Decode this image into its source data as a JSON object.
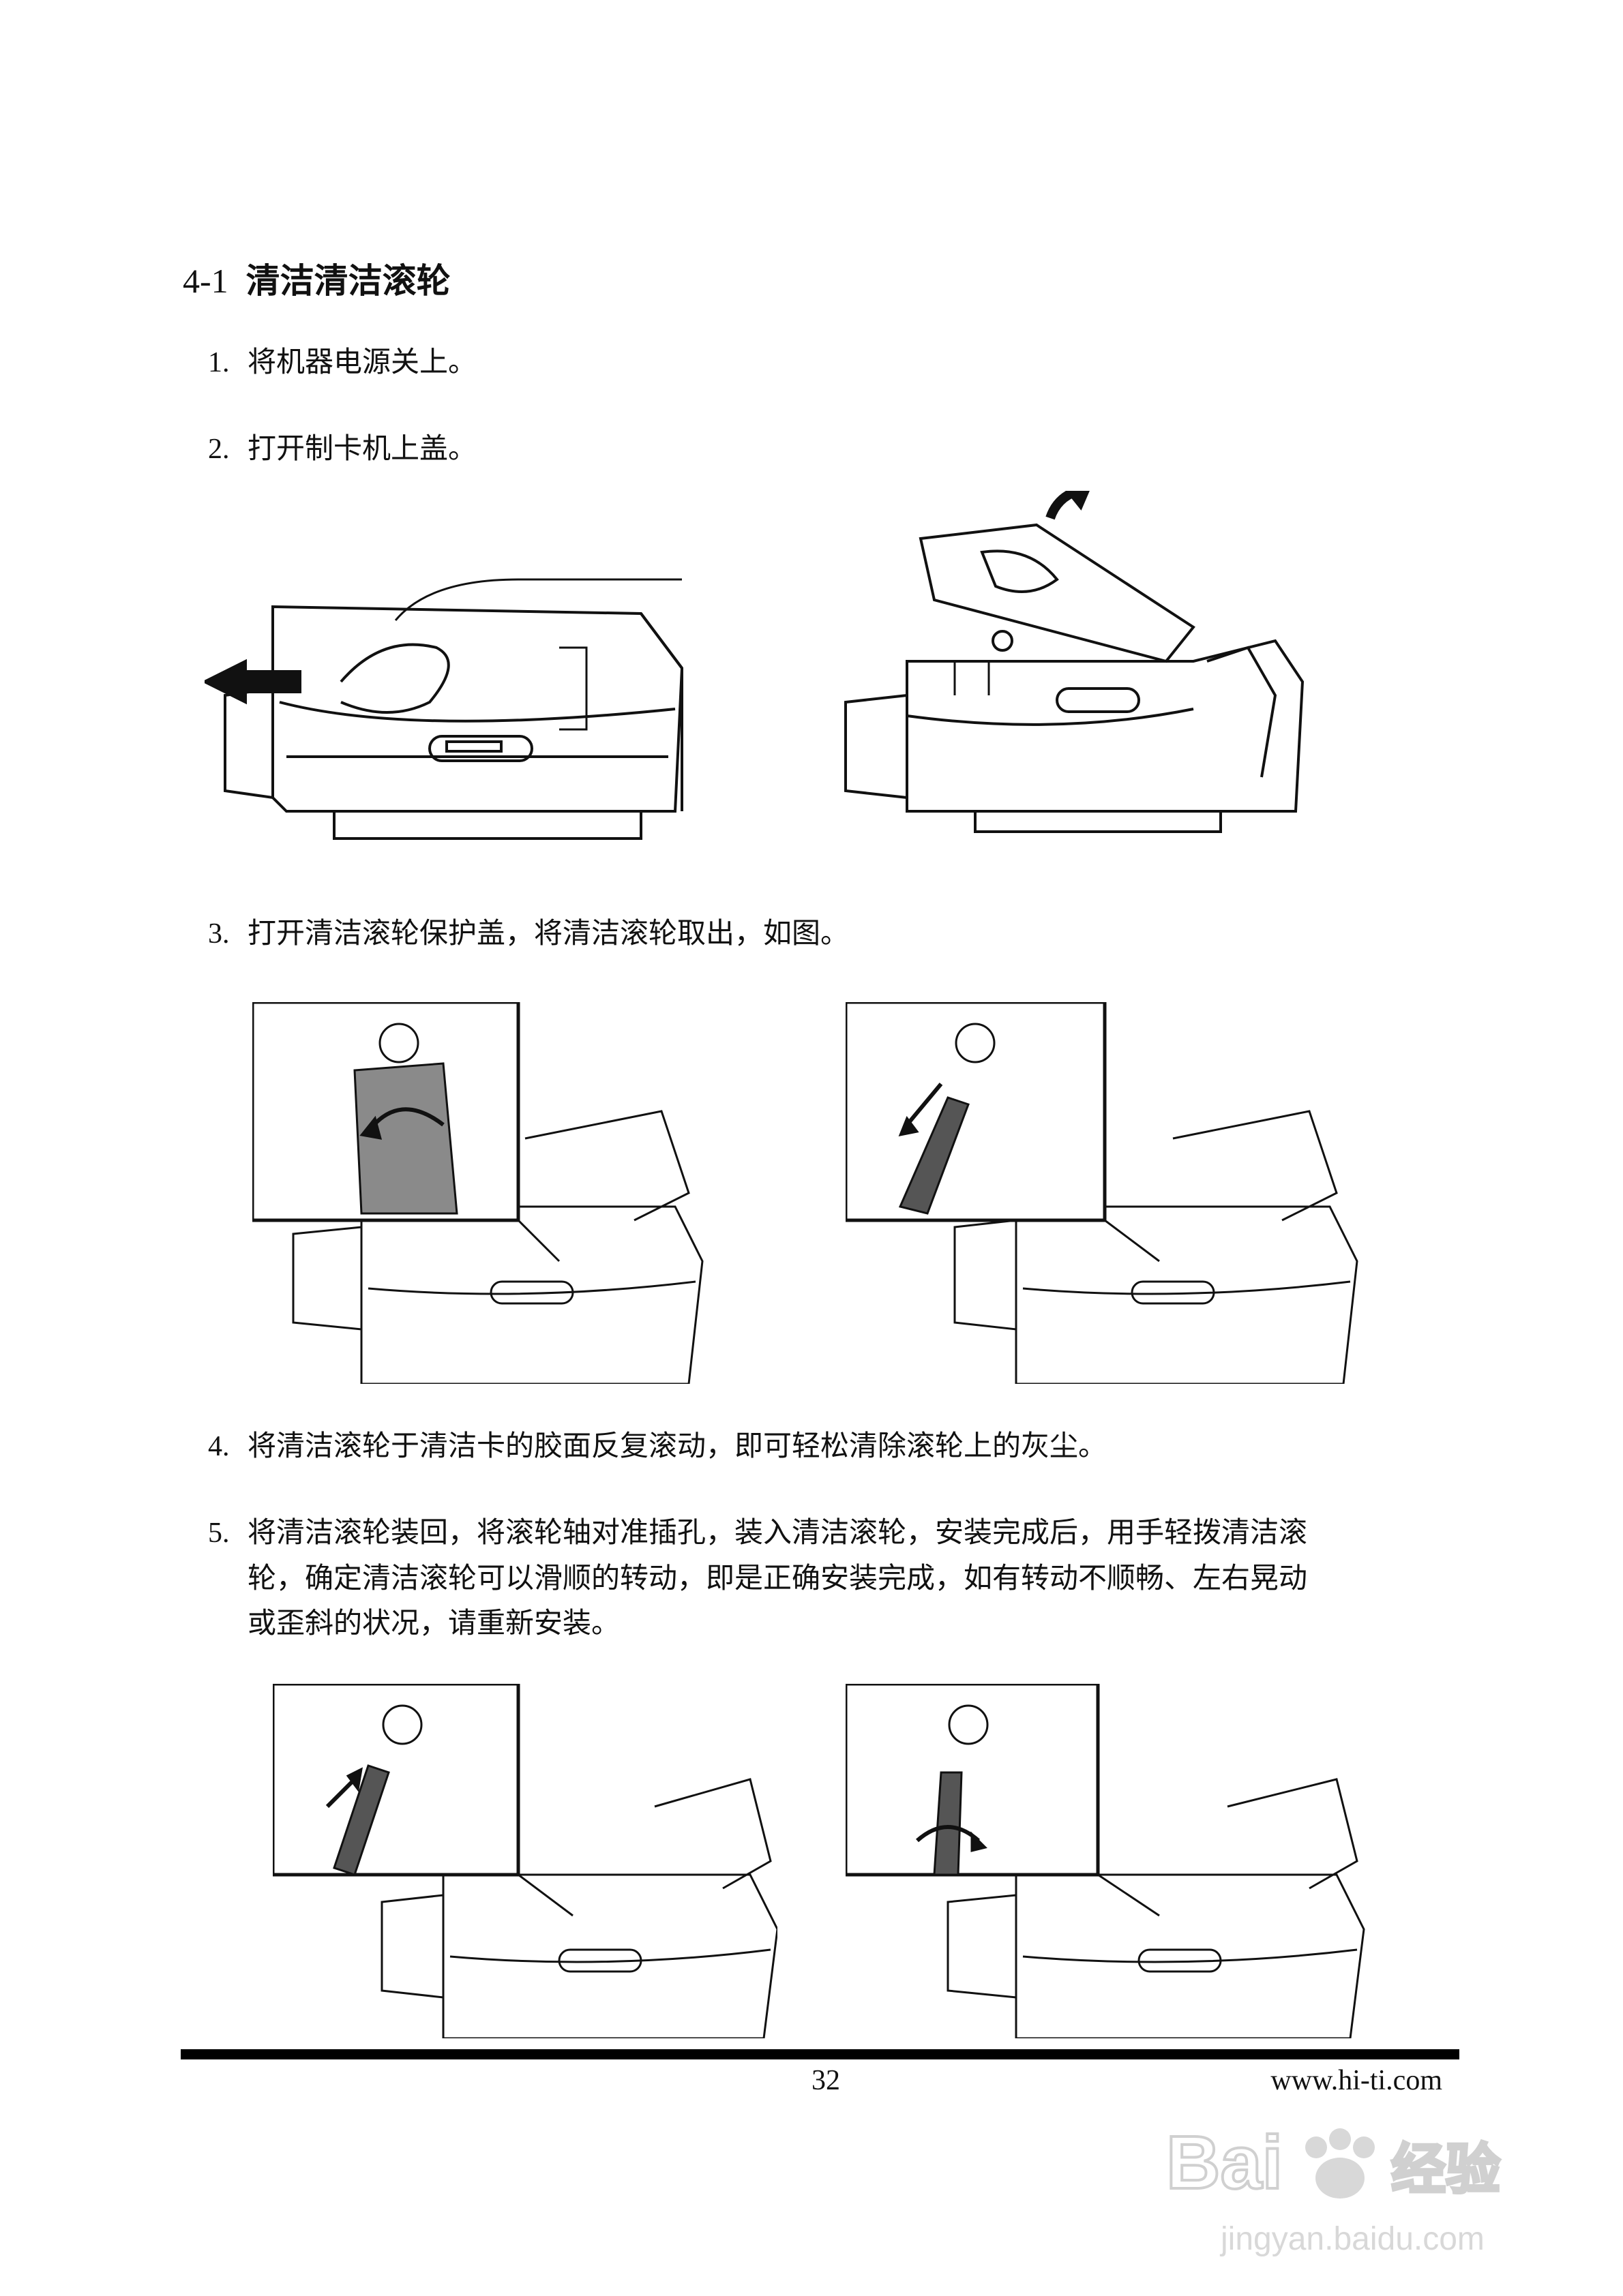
{
  "section": {
    "number": "4-1",
    "title": "清洁清洁滚轮"
  },
  "steps": [
    {
      "num": "1.",
      "text": "将机器电源关上。"
    },
    {
      "num": "2.",
      "text": "打开制卡机上盖。"
    },
    {
      "num": "3.",
      "text": "打开清洁滚轮保护盖，将清洁滚轮取出，如图。"
    },
    {
      "num": "4.",
      "text": "将清洁滚轮于清洁卡的胶面反复滚动，即可轻松清除滚轮上的灰尘。"
    },
    {
      "num": "5.",
      "lines": [
        "将清洁滚轮装回，将滚轮轴对准插孔，装入清洁滚轮，安装完成后，用手轻拨清洁滚",
        "轮，确定清洁滚轮可以滑顺的转动，即是正确安装完成，如有转动不顺畅、左右晃动",
        "或歪斜的状况，请重新安装。"
      ]
    }
  ],
  "footer": {
    "page_number": "32",
    "website": "www.hi-ti.com"
  },
  "watermark": {
    "brand": "Baidu经验",
    "url": "jingyan.baidu.com"
  }
}
